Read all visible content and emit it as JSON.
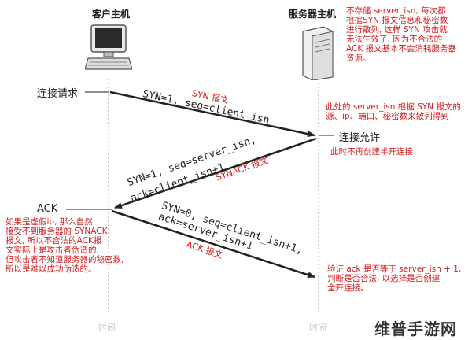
{
  "hosts": {
    "client": "客户主机",
    "server": "服务器主机"
  },
  "timeline_label": "时间",
  "client_events": {
    "conn_request": "连接请求",
    "ack": "ACK"
  },
  "server_events": {
    "conn_granted": "连接允许"
  },
  "messages": {
    "syn": {
      "label": "SYN=1, seq=client_isn",
      "tag": "SYN 报文"
    },
    "synack": {
      "line1": "SYN=1, seq=server_isn,",
      "line2": "ack=client_isn+1",
      "tag": "SYNACK 报文"
    },
    "ack": {
      "line1": "SYN=0, seq=client_isn+1,",
      "line2": "ack=server_isn+1",
      "tag": "ACK 报文"
    }
  },
  "notes": {
    "top_right": [
      "不存储 server_isn, 每次都",
      "根据SYN 报文信息和秘密数",
      "进行散列, 这样 SYN 攻击就",
      "无法生效了, 因为不合法的",
      "ACK 报文基本不会消耗服务器",
      "资源。"
    ],
    "mid_right": [
      "此处的 server_isn 根据 SYN 报文的",
      "源、ip、端口、秘密数来散列得到"
    ],
    "mid_right2": [
      "此时不再创建半开连接"
    ],
    "left": [
      "如果是虚假ip, 那么自然",
      "接受不到服务器的 SYNACK",
      "报文, 所以不合法的ACK报",
      "文实际上是攻击者伪造的,",
      "但攻击者不知道服务器的秘密数,",
      "所以是难以成功伪造的。"
    ],
    "bottom_right": [
      "验证 ack 是否等于 server_isn + 1,",
      "判断是否合法, 以选择是否创建",
      "全开连接。"
    ]
  },
  "watermark": "维普手游网",
  "colors": {
    "red": "#d11c1c",
    "line": "#222222",
    "timeline": "#c8c8c8"
  }
}
